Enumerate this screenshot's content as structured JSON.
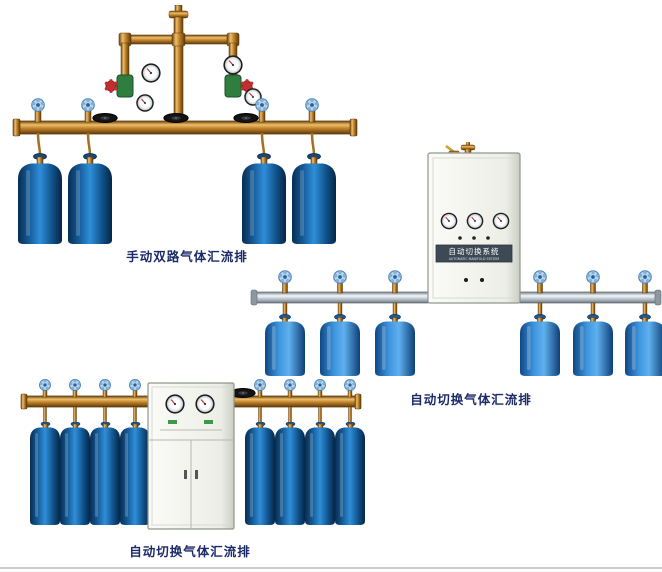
{
  "page": {
    "background_color": "#ffffff"
  },
  "products": [
    {
      "label": "手动双路气体汇流排"
    },
    {
      "label": "自动切换气体汇流排"
    },
    {
      "label": "自动切换气体汇流排"
    }
  ],
  "cabinet_panel": {
    "title": "自动切换系统",
    "subtitle": "AUTOMATIC MANIFOLD SYSTEM"
  },
  "colors": {
    "caption_text": "#1c2a6a",
    "brass_pipe": "#c4862c",
    "silver_pipe": "#aeb8c0",
    "cylinder_navy": "#125590",
    "cylinder_bright": "#3e95de",
    "cabinet_body": "#f0f1ea",
    "panel_strip": "#3d4a55"
  }
}
